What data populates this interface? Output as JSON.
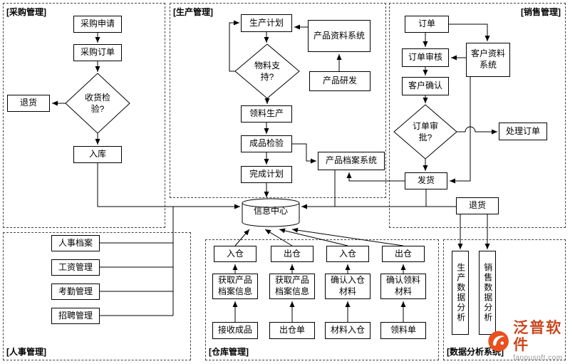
{
  "sections": {
    "procurement": {
      "label": "[采购管理]"
    },
    "production": {
      "label": "[生产管理]"
    },
    "sales": {
      "label": "[销售管理]"
    },
    "hr": {
      "label": "[人事管理]"
    },
    "warehouse": {
      "label": "[仓库管理]"
    },
    "analysis": {
      "label": "[数据分析系统]"
    }
  },
  "nodes": {
    "purchase_request": "采购申请",
    "purchase_order": "采购订单",
    "receiving_inspection": "收货检验?",
    "purchase_return": "退货",
    "warehouse_in": "入库",
    "production_plan": "生产计划",
    "product_data_system": "产品资料系统",
    "material_support": "物料支持?",
    "product_rd": "产品研发",
    "picking_production": "领料生产",
    "finished_inspection": "成品检验",
    "complete_plan": "完成计划",
    "product_archive_system": "产品档案系统",
    "info_center": "信息中心",
    "order": "订单",
    "order_review": "订单审核",
    "customer_data_system": "客户资料系统",
    "customer_confirm": "客户确认",
    "order_approval": "订单审批?",
    "process_order": "处理订单",
    "ship": "发货",
    "sales_return": "退货",
    "personnel_files": "人事档案",
    "salary_mgmt": "工资管理",
    "attendance_mgmt": "考勤管理",
    "recruit_mgmt": "招聘管理",
    "wh_in_1": "入仓",
    "wh_out_1": "出仓",
    "wh_in_2": "入仓",
    "wh_out_2": "出仓",
    "get_archive_info_1": "获取产品档案信息",
    "get_archive_info_2": "获取产品档案信息",
    "confirm_in_material": "确认入仓材料",
    "confirm_pick_material": "确认领料材料",
    "receive_finished": "接收成品",
    "outbound_note": "出仓单",
    "material_inbound": "材料入仓",
    "picking_note": "领料单",
    "production_data_analysis": "生产数据分析",
    "sales_data_analysis": "销售数据分析"
  },
  "watermark": {
    "brand": "泛普软件",
    "site": "fanpusoft.com"
  },
  "colors": {
    "line": "#000000",
    "brand_orange": "#e8511f",
    "brand_text": "#c9481f",
    "site_gray": "#999999"
  }
}
